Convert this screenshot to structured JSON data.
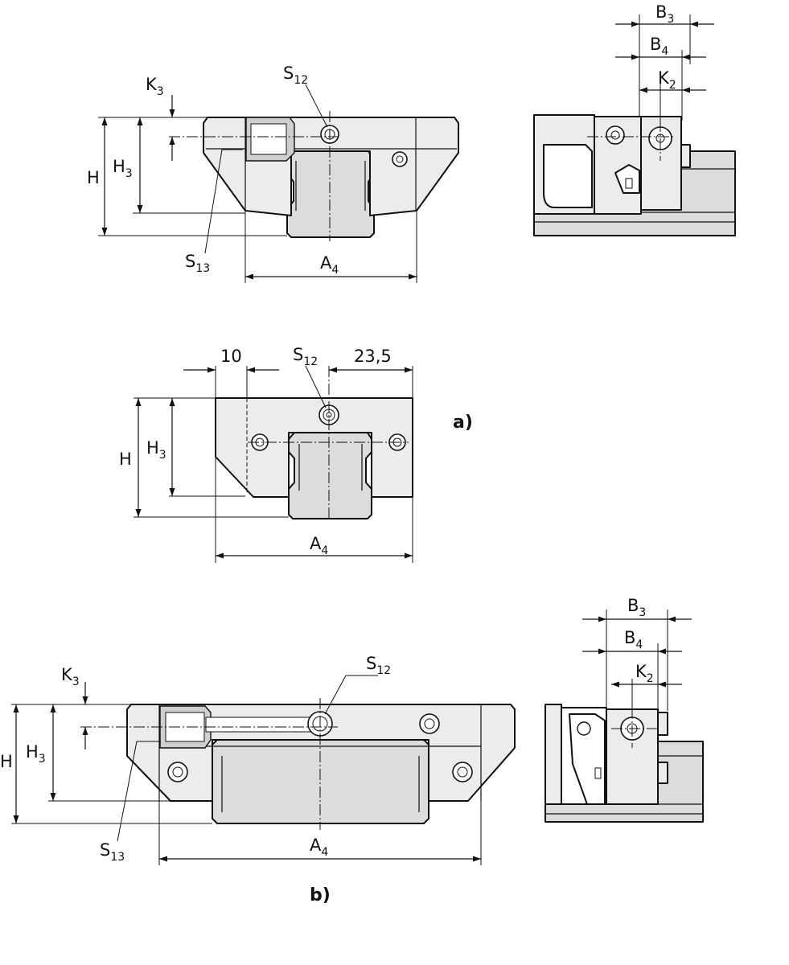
{
  "figure": {
    "panel_labels": [
      "a)",
      "b)"
    ],
    "dimension_labels": {
      "H": "H",
      "H3": "H3",
      "K3": "K3",
      "S12": "S12",
      "S13": "S13",
      "A4": "A4",
      "B3": "B3",
      "B4": "B4",
      "K2": "K2"
    },
    "dimension_values": {
      "left_offset": "10",
      "right_offset": "23,5"
    }
  }
}
